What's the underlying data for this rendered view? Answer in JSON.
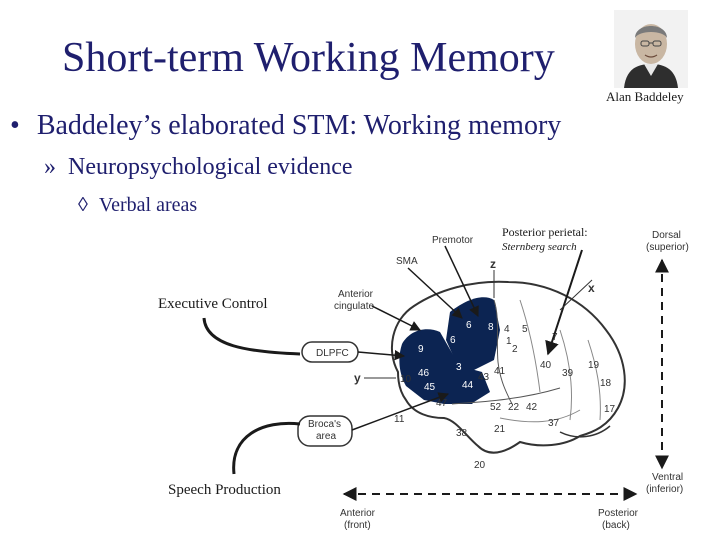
{
  "slide": {
    "title": "Short-term Working Memory",
    "photo_caption": "Alan Baddeley",
    "bullets": [
      {
        "marker": "•",
        "text": "Baddeley’s elaborated STM: Working memory"
      },
      {
        "marker": "»",
        "text": "Neuropsychological evidence"
      },
      {
        "marker": "◊",
        "text": "Verbal areas"
      }
    ]
  },
  "figure": {
    "posterior_parietal": "Posterior perietal:",
    "sternberg": "Sternberg search",
    "executive_control": "Executive Control",
    "speech_production": "Speech Production",
    "labels": {
      "premotor": "Premotor",
      "sma": "SMA",
      "anterior_cingulate_1": "Anterior",
      "anterior_cingulate_2": "cingulate",
      "dlpfc": "DLPFC",
      "brocas_1": "Broca's",
      "brocas_2": "area",
      "dorsal": "Dorsal",
      "superior": "(superior)",
      "ventral": "Ventral",
      "inferior": "(inferior)",
      "anterior": "Anterior",
      "front": "(front)",
      "posterior": "Posterior",
      "back": "(back)",
      "axis_z": "z",
      "axis_x": "x",
      "axis_y": "y"
    },
    "area_numbers": [
      "6",
      "6",
      "8",
      "9",
      "3",
      "4",
      "5",
      "7",
      "1",
      "2",
      "40",
      "39",
      "19",
      "18",
      "10",
      "46",
      "45",
      "44",
      "43",
      "41",
      "47",
      "52",
      "22",
      "42",
      "37",
      "21",
      "38",
      "11",
      "17",
      "20"
    ]
  },
  "colors": {
    "title": "#1f1f6e",
    "highlight_region": "#0c2452",
    "outline": "#333333"
  }
}
